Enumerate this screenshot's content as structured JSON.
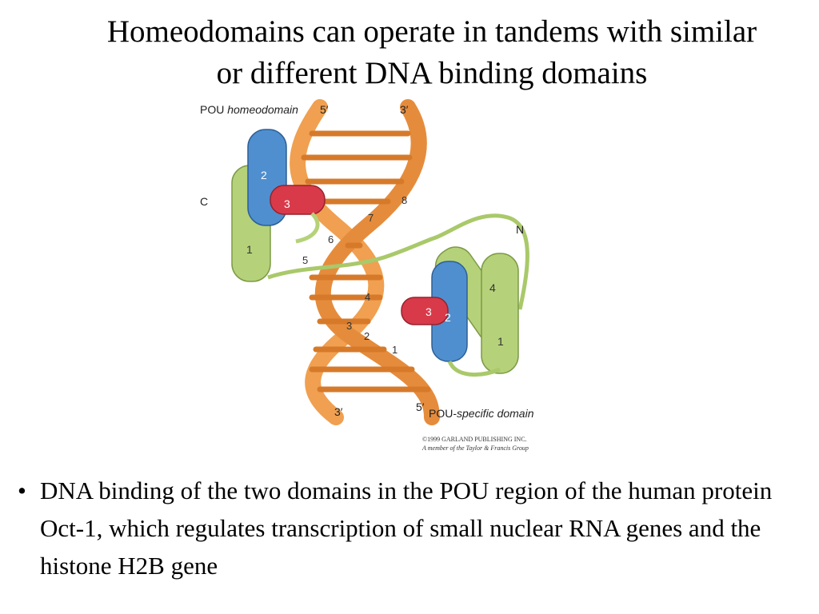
{
  "slide": {
    "title_line1": "Homeodomains can operate in tandems with similar",
    "title_line2": "or different DNA binding domains",
    "bullet_marker": "•",
    "bullet_text": "DNA binding of the two domains in the POU region of the human protein Oct-1, which regulates transcription of small nuclear RNA genes and the histone H2B gene"
  },
  "figure": {
    "label_homeodomain_prefix": "POU",
    "label_homeodomain_suffix": "homeodomain",
    "label_specific_prefix": "POU-",
    "label_specific_suffix": "specific domain",
    "strand_top_left": "5′",
    "strand_top_right": "3′",
    "strand_bottom_left": "3′",
    "strand_bottom_right": "5′",
    "c_terminus": "C",
    "n_terminus": "N",
    "homeo_helix_1": "1",
    "homeo_helix_2": "2",
    "homeo_helix_3": "3",
    "specific_helix_1": "1",
    "specific_helix_2": "2",
    "specific_helix_3": "3",
    "specific_helix_4": "4",
    "base_pair_numbers": [
      "1",
      "2",
      "3",
      "4",
      "5",
      "6",
      "7",
      "8"
    ],
    "copyright_line1": "©1999 GARLAND PUBLISHING INC.",
    "copyright_line2": "A member of the Taylor & Francis Group"
  },
  "colors": {
    "dna": "#f0a050",
    "dna_dark": "#d67a2a",
    "helix_green": "#b5d27a",
    "helix_blue": "#4f8fcf",
    "helix_red": "#d83a4a",
    "linker": "#a9c96a"
  }
}
